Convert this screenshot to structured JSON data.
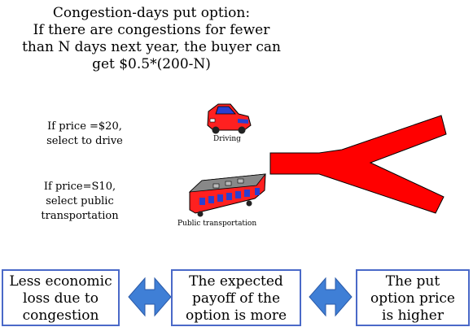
{
  "title": {
    "lines": [
      "Congestion-days put option:",
      "If there are congestions for fewer",
      "than N days next year, the buyer can",
      "get $0.5*(200-N)"
    ]
  },
  "notes": {
    "drive": [
      "If price =$20,",
      "select to drive"
    ],
    "public": [
      "If price=S10,",
      "select public",
      "transportation"
    ]
  },
  "captions": {
    "car": "Driving",
    "bus": "Public transportation"
  },
  "boxes": [
    {
      "lines": [
        "Less economic",
        "loss due to",
        "congestion"
      ]
    },
    {
      "lines": [
        "The expected",
        "payoff of the",
        "option is more"
      ]
    },
    {
      "lines": [
        "The put",
        "option price",
        "is higher"
      ]
    }
  ],
  "colors": {
    "road": "#ff0000",
    "arrow": "#3f7fd6",
    "box_border": "#4a69c8",
    "vehicle": "#ff2020",
    "window": "#2a3fd0"
  },
  "icons": [
    "car-icon",
    "bus-icon",
    "road-fork-icon",
    "double-arrow-icon",
    "double-arrow-icon"
  ]
}
